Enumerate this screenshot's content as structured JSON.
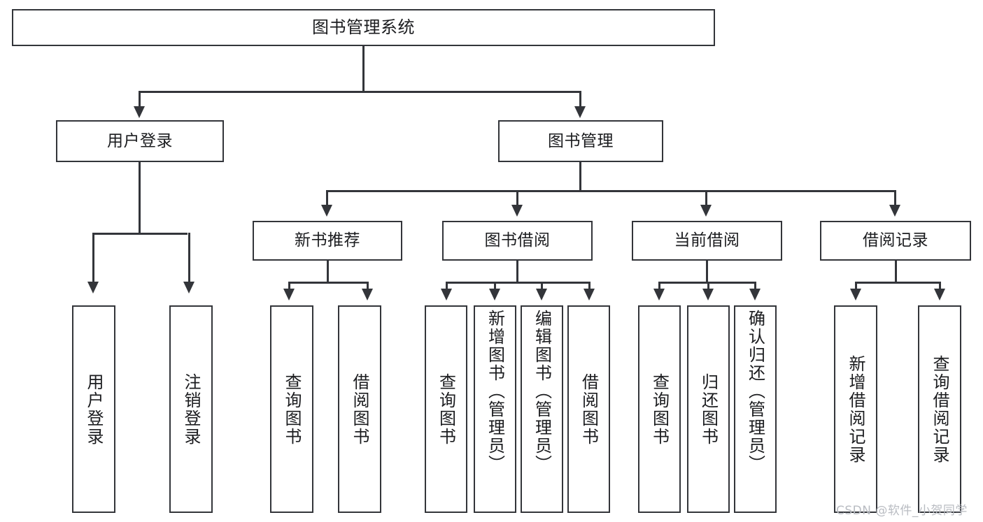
{
  "diagram": {
    "title": "图书管理系统",
    "type": "功能结构图",
    "accent_color": "#33353a",
    "background_color": "#ffffff",
    "root": {
      "label": "图书管理系统"
    },
    "level2": [
      {
        "label": "用户登录"
      },
      {
        "label": "图书管理"
      }
    ],
    "level3": [
      {
        "label": "新书推荐"
      },
      {
        "label": "图书借阅"
      },
      {
        "label": "当前借阅"
      },
      {
        "label": "借阅记录"
      }
    ],
    "leaves": {
      "user_login": [
        {
          "label": "用户登录"
        },
        {
          "label": "注销登录"
        }
      ],
      "new_book_recommend": [
        {
          "label": "查询图书"
        },
        {
          "label": "借阅图书"
        }
      ],
      "book_borrow": [
        {
          "label": "查询图书"
        },
        {
          "label": "新增图书（管理员）"
        },
        {
          "label": "编辑图书（管理员）"
        },
        {
          "label": "借阅图书"
        }
      ],
      "current_borrow": [
        {
          "label": "查询图书"
        },
        {
          "label": "归还图书"
        },
        {
          "label": "确认归还（管理员）"
        }
      ],
      "borrow_record": [
        {
          "label": "新增借阅记录"
        },
        {
          "label": "查询借阅记录"
        }
      ]
    }
  },
  "watermark": {
    "text": "CSDN @软件_小贺同学"
  }
}
